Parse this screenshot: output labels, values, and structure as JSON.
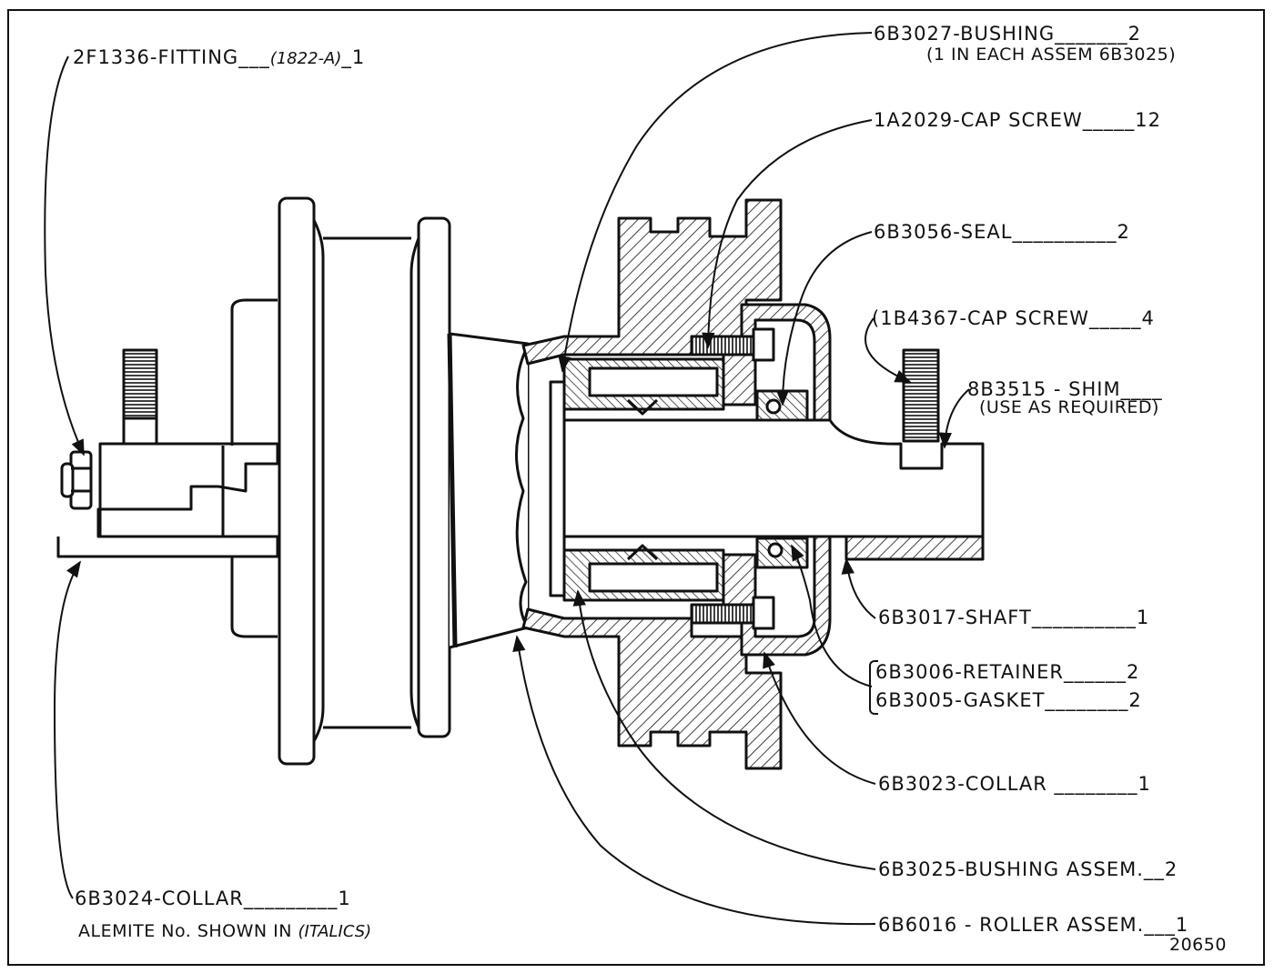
{
  "parts": {
    "fitting": {
      "number": "2F1336",
      "name": "FITTING",
      "alemite": "(1822-A)",
      "qty": "1"
    },
    "bushing": {
      "number": "6B3027",
      "name": "BUSHING",
      "qty": "2",
      "note": "(1 IN EACH ASSEM 6B3025)"
    },
    "capscrew_a": {
      "number": "1A2029",
      "name": "CAP SCREW",
      "qty": "12"
    },
    "seal": {
      "number": "6B3056",
      "name": "SEAL",
      "qty": "2"
    },
    "capscrew_b": {
      "number": "1B4367",
      "name": "CAP SCREW",
      "qty": "4"
    },
    "shim": {
      "number": "8B3515",
      "name": "SHIM",
      "qty": "",
      "note": "(USE AS REQUIRED)"
    },
    "shaft": {
      "number": "6B3017",
      "name": "SHAFT",
      "qty": "1"
    },
    "retainer": {
      "number": "6B3006",
      "name": "RETAINER",
      "qty": "2"
    },
    "gasket": {
      "number": "6B3005",
      "name": "GASKET",
      "qty": "2"
    },
    "collar_right": {
      "number": "6B3023",
      "name": "COLLAR",
      "qty": "1"
    },
    "bushing_assem": {
      "number": "6B3025",
      "name": "BUSHING ASSEM.",
      "qty": "2"
    },
    "roller_assem": {
      "number": "6B6016",
      "name": "ROLLER ASSEM.",
      "qty": "1"
    },
    "collar_left": {
      "number": "6B3024",
      "name": "COLLAR",
      "qty": "1"
    }
  },
  "footer": {
    "note_prefix": "ALEMITE No. SHOWN IN",
    "note_italic": "(ITALICS)",
    "drawing_number": "20650"
  }
}
